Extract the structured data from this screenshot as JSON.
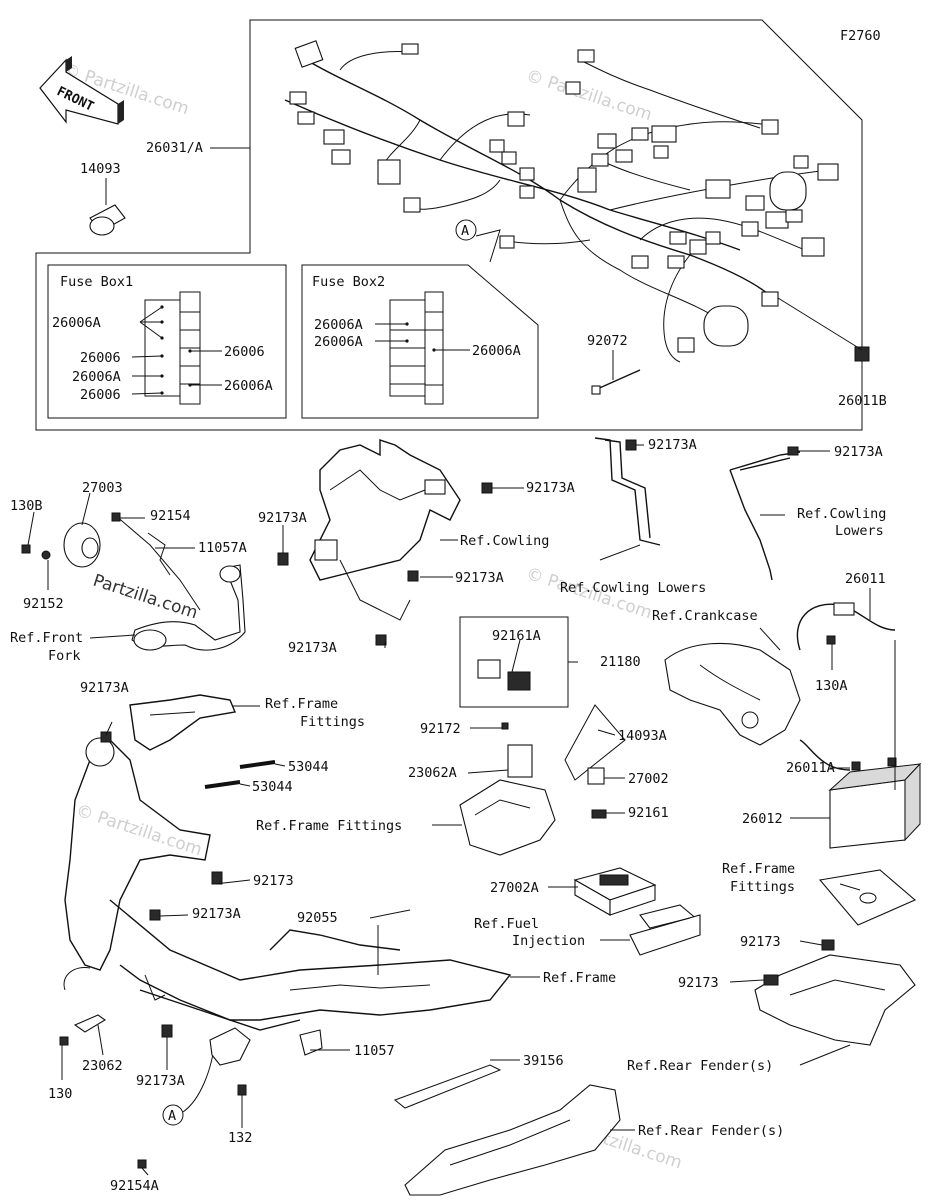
{
  "diagram": {
    "code": "F2760",
    "front_arrow": "FRONT",
    "watermark": "© Partzilla.com",
    "watermark_dark": "Partzilla.com"
  },
  "fuse_box1": {
    "title": "Fuse Box1",
    "labels": [
      "26006A",
      "26006",
      "26006A",
      "26006",
      "26006",
      "26006A"
    ]
  },
  "fuse_box2": {
    "title": "Fuse Box2",
    "labels": [
      "26006A",
      "26006A",
      "26006A"
    ]
  },
  "callouts": {
    "c26031A": "26031/A",
    "c14093": "14093",
    "c92072": "92072",
    "c26011B": "26011B",
    "cA": "A",
    "c27003": "27003",
    "c130B": "130B",
    "c92154": "92154",
    "c11057A": "11057A",
    "c92152": "92152",
    "refFrontFork1": "Ref.Front",
    "refFrontFork2": "Fork",
    "c92173A_1": "92173A",
    "c92173A_2": "92173A",
    "c92173A_3": "92173A",
    "c92173A_4": "92173A",
    "c92173A_5": "92173A",
    "c92173A_6": "92173A",
    "c92173A_7": "92173A",
    "c92173A_8": "92173A",
    "c92173A_9": "92173A",
    "refCowling": "Ref.Cowling",
    "refCowlingLowers1": "Ref.Cowling Lowers",
    "refCowlingLowers2a": "Ref.Cowling",
    "refCowlingLowers2b": "Lowers",
    "c26011": "26011",
    "refCrankcase": "Ref.Crankcase",
    "c130A": "130A",
    "c92161A": "92161A",
    "c21180": "21180",
    "refFrameFittings1a": "Ref.Frame",
    "refFrameFittings1b": "Fittings",
    "c53044_1": "53044",
    "c53044_2": "53044",
    "c92172": "92172",
    "c14093A": "14093A",
    "c23062A": "23062A",
    "c27002": "27002",
    "c26011A": "26011A",
    "refFrameFittings2": "Ref.Frame Fittings",
    "c92161": "92161",
    "c26012": "26012",
    "c92173_1": "92173",
    "refFrameFittings3a": "Ref.Frame",
    "refFrameFittings3b": "Fittings",
    "c27002A": "27002A",
    "c92055": "92055",
    "refFuel1": "Ref.Fuel",
    "refFuel2": "Injection",
    "c92173_2": "92173",
    "c92173_3": "92173",
    "refFrame": "Ref.Frame",
    "c11057": "11057",
    "c39156": "39156",
    "c130": "130",
    "c23062": "23062",
    "c132": "132",
    "refRearFender1": "Ref.Rear Fender(s)",
    "refRearFender2": "Ref.Rear Fender(s)",
    "c92154A": "92154A"
  }
}
